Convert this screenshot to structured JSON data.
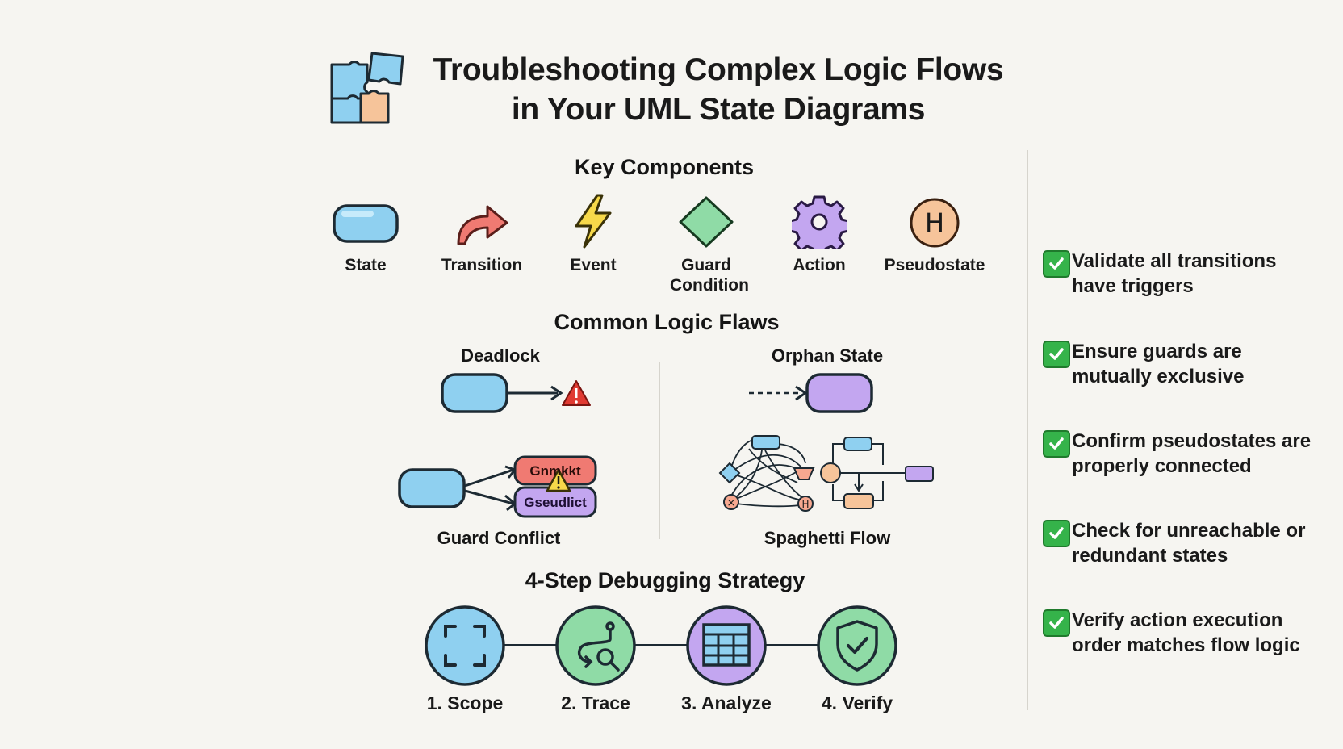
{
  "title": {
    "line1": "Troubleshooting Complex Logic Flows",
    "line2": "in Your UML State Diagrams"
  },
  "key_components": {
    "heading": "Key Components",
    "items": [
      {
        "label": "State",
        "icon": "state-rounded-rect-icon"
      },
      {
        "label": "Transition",
        "icon": "curved-arrow-icon"
      },
      {
        "label": "Event",
        "icon": "lightning-bolt-icon"
      },
      {
        "label": "Guard Condition",
        "icon": "diamond-icon"
      },
      {
        "label": "Action",
        "icon": "gear-icon"
      },
      {
        "label": "Pseudostate",
        "icon": "history-h-icon",
        "glyph": "H"
      }
    ]
  },
  "logic_flaws": {
    "heading": "Common Logic Flaws",
    "deadlock": "Deadlock",
    "orphan_state": "Orphan State",
    "guard_conflict": {
      "label": "Guard Conflict",
      "pill_top": "Gnmkkt",
      "pill_bottom": "Gseudlict"
    },
    "spaghetti_flow": "Spaghetti Flow",
    "spaghetti_glyphs": {
      "cross": "×",
      "history": "H"
    }
  },
  "debugging": {
    "heading": "4-Step Debugging Strategy",
    "steps": [
      {
        "label": "1. Scope",
        "icon": "scope-frame-icon"
      },
      {
        "label": "2. Trace",
        "icon": "trace-path-icon"
      },
      {
        "label": "3. Analyze",
        "icon": "table-grid-icon"
      },
      {
        "label": "4. Verify",
        "icon": "shield-check-icon"
      }
    ]
  },
  "checklist": [
    "Validate all transitions have triggers",
    "Ensure guards are mutually exclusive",
    "Confirm pseudostates are properly connected",
    "Check for unreachable or redundant states",
    "Verify action execution order matches flow logic"
  ],
  "colors": {
    "blue": "#8fd0f0",
    "green": "#8fdba6",
    "purple": "#c3a6f0",
    "red": "#f07a72",
    "orange": "#f6c49a",
    "check": "#35b34a"
  }
}
